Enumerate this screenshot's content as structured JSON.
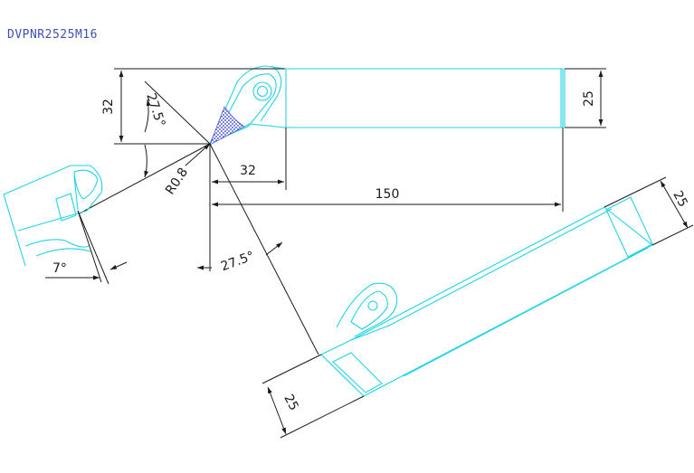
{
  "drawing": {
    "title": "DVPNR2525M16",
    "dims": {
      "head_height": "32",
      "shank_height_top": "25",
      "side_angle": "27.5°",
      "nose_radius": "R0.8",
      "head_length": "32",
      "overall_length": "150",
      "clearance_angle": "7°",
      "lead_angle": "27.5°",
      "shank_height_rot_a": "25",
      "shank_height_rot_b": "25"
    }
  },
  "colors": {
    "outline": "#22d3e6",
    "dimension": "#1a1a1a",
    "title": "#3f4fb8",
    "insert_hatch": "#2233cc"
  },
  "icons": [
    "arrow-head"
  ]
}
